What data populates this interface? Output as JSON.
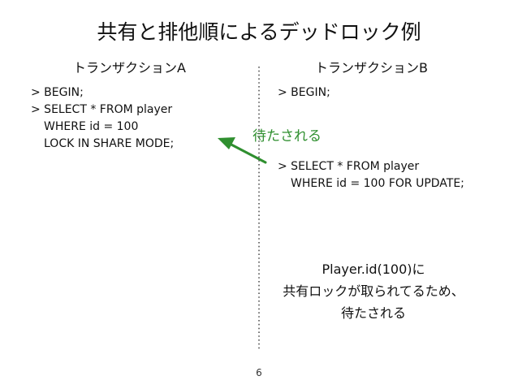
{
  "title": "共有と排他順によるデッドロック例",
  "transaction_a": {
    "heading": "トランザクションA",
    "lines": [
      "> BEGIN;",
      "> SELECT * FROM player",
      "WHERE id = 100",
      "LOCK IN SHARE MODE;"
    ]
  },
  "transaction_b": {
    "heading": "トランザクションB",
    "lines": [
      "> BEGIN;",
      "> SELECT * FROM player",
      "WHERE id = 100 FOR UPDATE;"
    ]
  },
  "wait_label": "待たされる",
  "note": {
    "lines": [
      "Player.id(100)に",
      "共有ロックが取られてるため、",
      "待たされる"
    ]
  },
  "page_number": "6",
  "colors": {
    "arrow": "#2f8f2f",
    "divider": "#555555",
    "text": "#111111"
  }
}
